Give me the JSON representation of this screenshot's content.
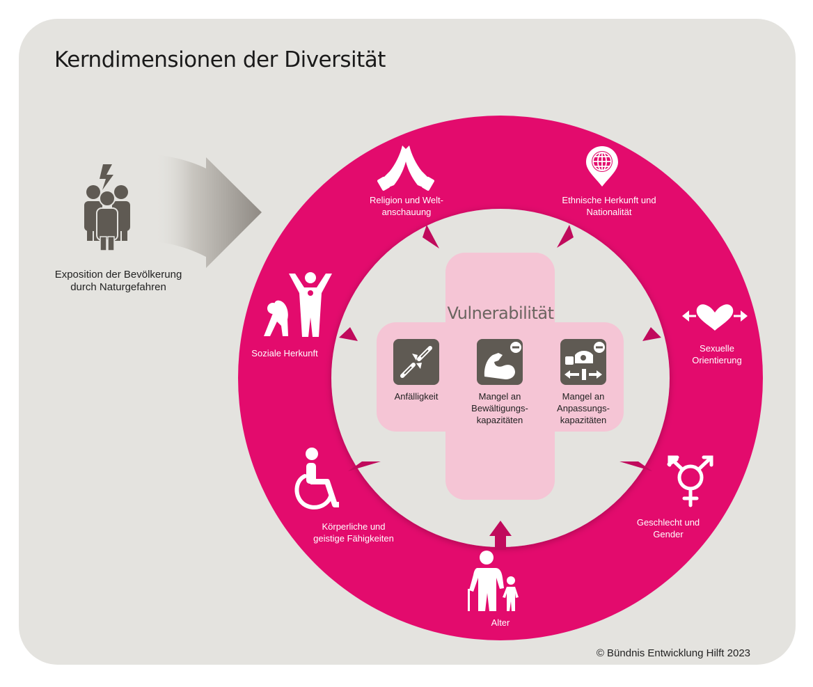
{
  "title": "Kerndimensionen der Diversität",
  "exposure": {
    "line1": "Exposition der Bevölkerung",
    "line2": "durch Naturgefahren",
    "icon": "affected-people-icon"
  },
  "center": {
    "title": "Vulnerabilität",
    "items": [
      {
        "icon": "broken-chain-icon",
        "line1": "Anfälligkeit",
        "line2": "",
        "line3": ""
      },
      {
        "icon": "muscle-minus-icon",
        "line1": "Mangel an",
        "line2": "Bewältigungs-",
        "line3": "kapazitäten"
      },
      {
        "icon": "adaptation-minus-icon",
        "line1": "Mangel an",
        "line2": "Anpassungs-",
        "line3": "kapazitäten"
      }
    ]
  },
  "dimensions": [
    {
      "id": "religion",
      "icon": "praying-hands-icon",
      "line1": "Religion und Welt-",
      "line2": "anschauung"
    },
    {
      "id": "ethnic",
      "icon": "globe-pin-icon",
      "line1": "Ethnische Herkunft und",
      "line2": "Nationalität"
    },
    {
      "id": "social",
      "icon": "social-origin-icon",
      "line1": "Soziale Herkunft",
      "line2": ""
    },
    {
      "id": "sexual",
      "icon": "heart-arrows-icon",
      "line1": "Sexuelle",
      "line2": "Orientierung"
    },
    {
      "id": "ability",
      "icon": "wheelchair-icon",
      "line1": "Körperliche und",
      "line2": "geistige Fähigkeiten"
    },
    {
      "id": "gender",
      "icon": "gender-symbol-icon",
      "line1": "Geschlecht und",
      "line2": "Gender"
    },
    {
      "id": "age",
      "icon": "elder-child-icon",
      "line1": "Alter",
      "line2": ""
    }
  ],
  "copyright": "© Bündnis Entwicklung Hilft 2023",
  "colors": {
    "ring": "#e30b6d",
    "panel": "#e4e3df",
    "cross": "#f5c5d5",
    "icon_tile": "#5f5a53",
    "figure": "#5f5a53"
  }
}
